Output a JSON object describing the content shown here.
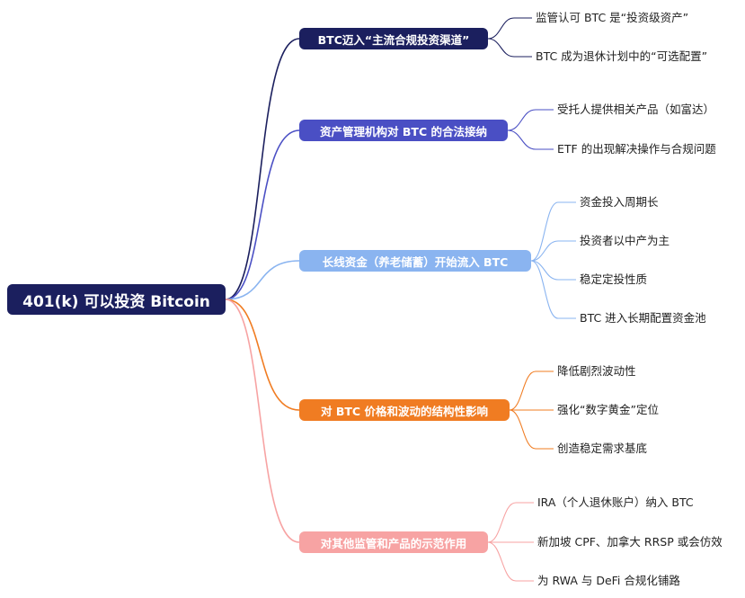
{
  "root": {
    "label": "401(k) 可以投资 Bitcoin",
    "color": "#1b1f5e"
  },
  "branches": [
    {
      "label": "BTC迈入“主流合规投资渠道”",
      "color": "#1b1f5e",
      "leaves": [
        "监管认可 BTC 是“投资级资产”",
        "BTC 成为退休计划中的“可选配置”"
      ]
    },
    {
      "label": "资产管理机构对 BTC 的合法接纳",
      "color": "#4a4fc4",
      "leaves": [
        "受托人提供相关产品（如富达）",
        "ETF 的出现解决操作与合规问题"
      ]
    },
    {
      "label": "长线资金（养老储蓄）开始流入 BTC",
      "color": "#8ab4f0",
      "leaves": [
        "资金投入周期长",
        "投资者以中产为主",
        "稳定定投性质",
        "BTC 进入长期配置资金池"
      ]
    },
    {
      "label": "对 BTC 价格和波动的结构性影响",
      "color": "#f07c22",
      "leaves": [
        "降低剧烈波动性",
        "强化“数字黄金”定位",
        "创造稳定需求基底"
      ]
    },
    {
      "label": "对其他监管和产品的示范作用",
      "color": "#f7a3a3",
      "leaves": [
        "IRA（个人退休账户）纳入 BTC",
        "新加坡 CPF、加拿大 RRSP 或会仿效",
        "为 RWA 与 DeFi 合规化铺路"
      ]
    }
  ]
}
